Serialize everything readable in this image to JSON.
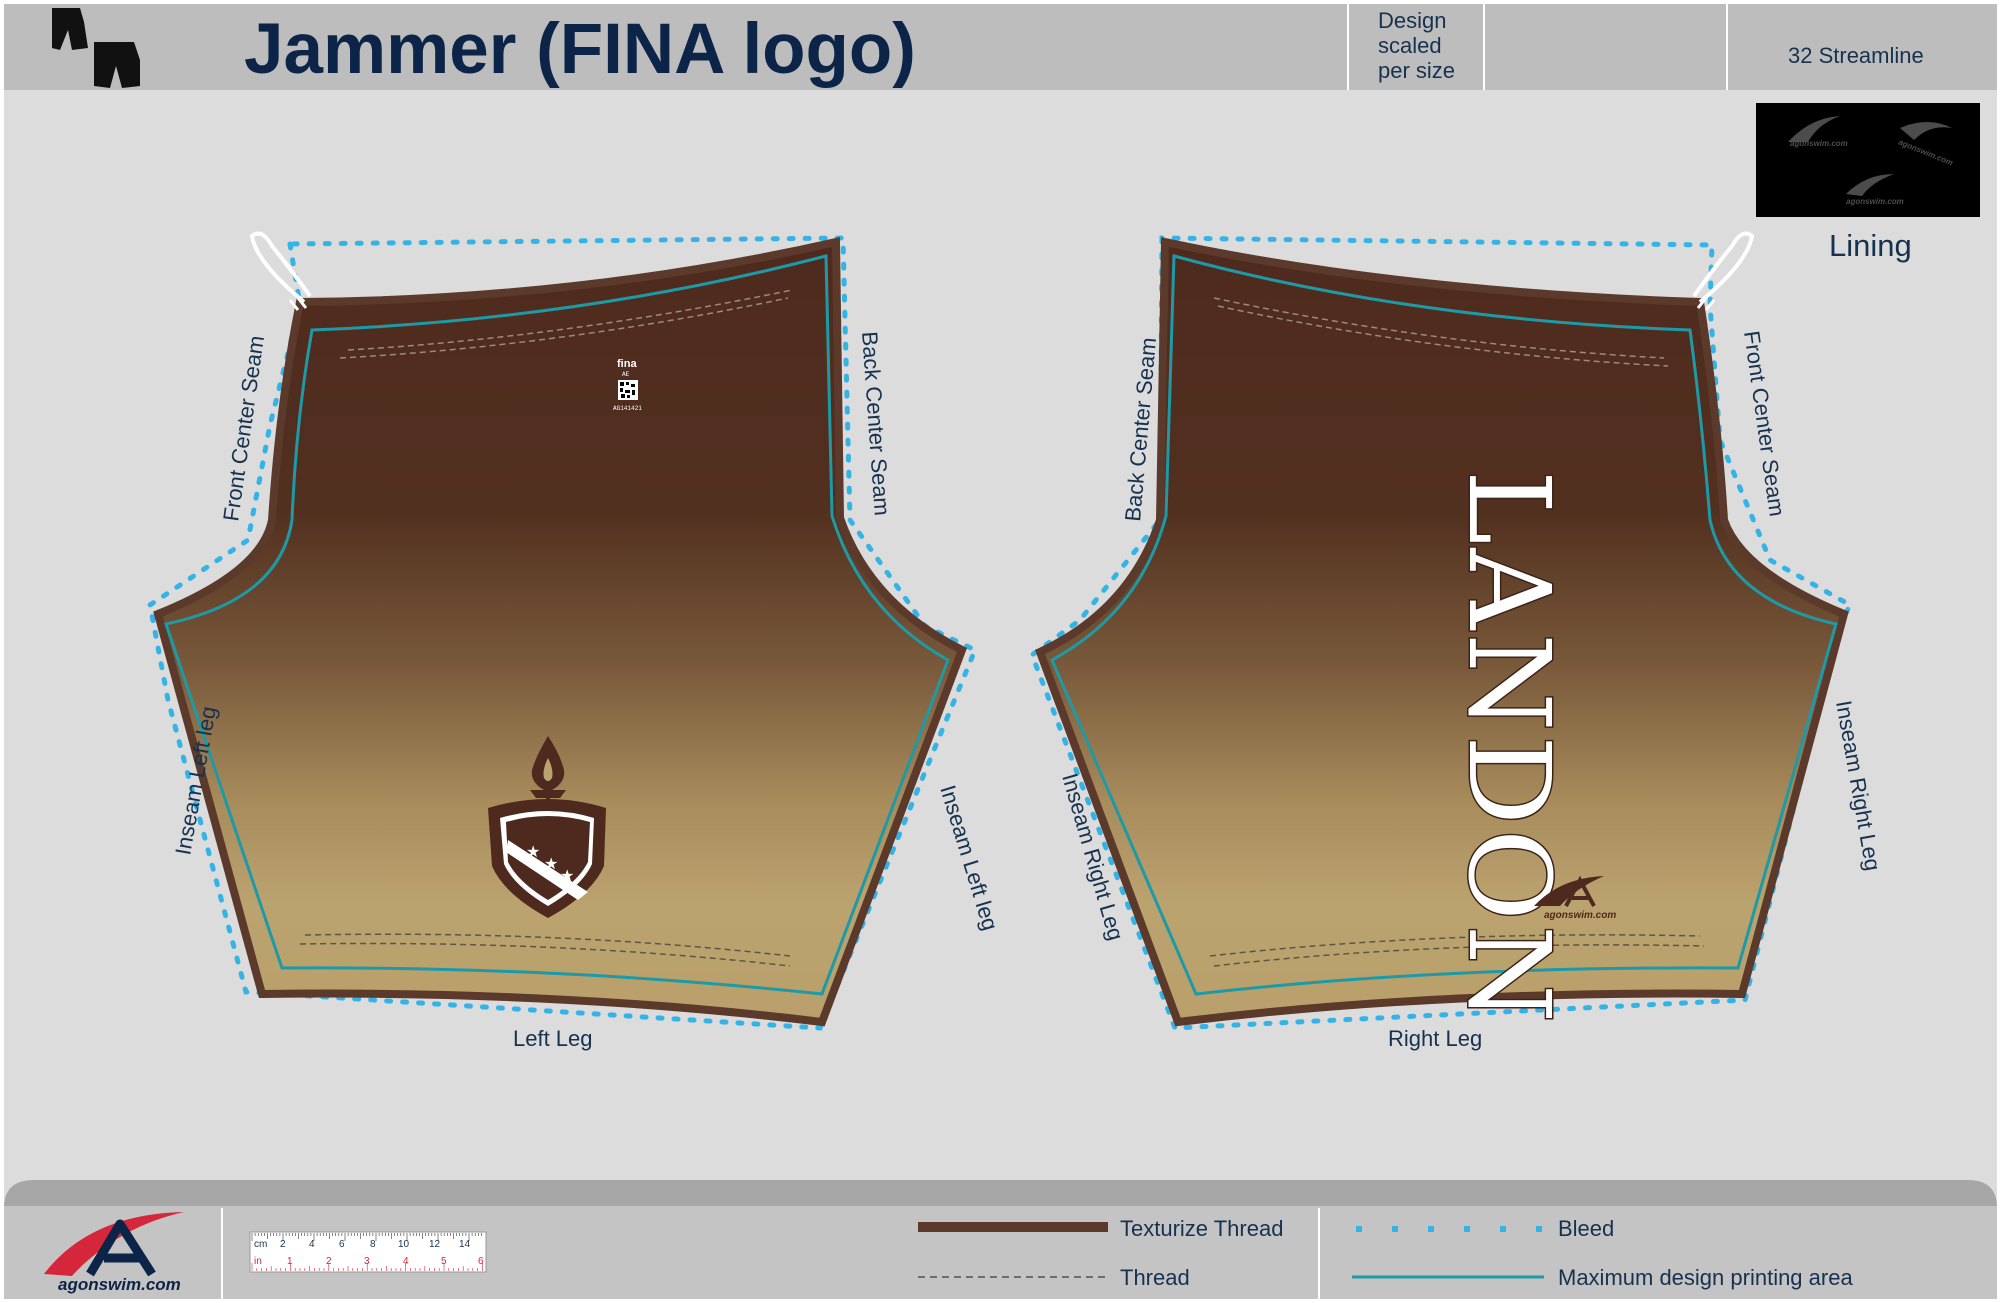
{
  "header": {
    "title": "Jammer (FINA logo)",
    "design_scaled_lines": [
      "Design",
      "scaled",
      "per size"
    ],
    "size_label": "32 Streamline"
  },
  "lining": {
    "label": "Lining",
    "brand_text": "agonswim.com"
  },
  "pattern": {
    "left_panel": {
      "front_seam": "Front Center Seam",
      "back_seam": "Back Center Seam",
      "inseam_outer": "Inseam Left leg",
      "inseam_inner": "Inseam Left leg",
      "leg": "Left Leg",
      "fina_mark": "fina",
      "fina_sub": "AE",
      "fina_code": "AG141421"
    },
    "right_panel": {
      "back_seam": "Back Center Seam",
      "front_seam": "Front Center Seam",
      "inseam_inner": "Inseam Right Leg",
      "inseam_outer": "Inseam Right Leg",
      "leg": "Right Leg",
      "team_name": "LANDON",
      "brand_mark": "agonswim.com"
    }
  },
  "footer": {
    "brand": "agonswim.com",
    "ruler": {
      "cm_label": "cm",
      "in_label": "in",
      "cm_ticks": [
        "2",
        "4",
        "6",
        "8",
        "10",
        "12",
        "14"
      ],
      "in_ticks": [
        "1",
        "2",
        "3",
        "4",
        "5",
        "6"
      ]
    },
    "legend": {
      "texturize_thread": "Texturize Thread",
      "thread": "Thread",
      "bleed": "Bleed",
      "max_print": "Maximum design printing area"
    }
  },
  "colors": {
    "fabric_dark": "#4e2a1e",
    "fabric_light": "#bba36f",
    "texturize_thread": "#5b3a2b",
    "print_area": "#1e9aa6",
    "bleed": "#34b4e6",
    "title": "#0c2447",
    "brand_red": "#d6263b"
  },
  "icons": {
    "jammer_icon": "jammer-shorts-icon",
    "crest": "torch-shield-crest-icon",
    "brand_logo": "agon-swoosh-logo"
  }
}
